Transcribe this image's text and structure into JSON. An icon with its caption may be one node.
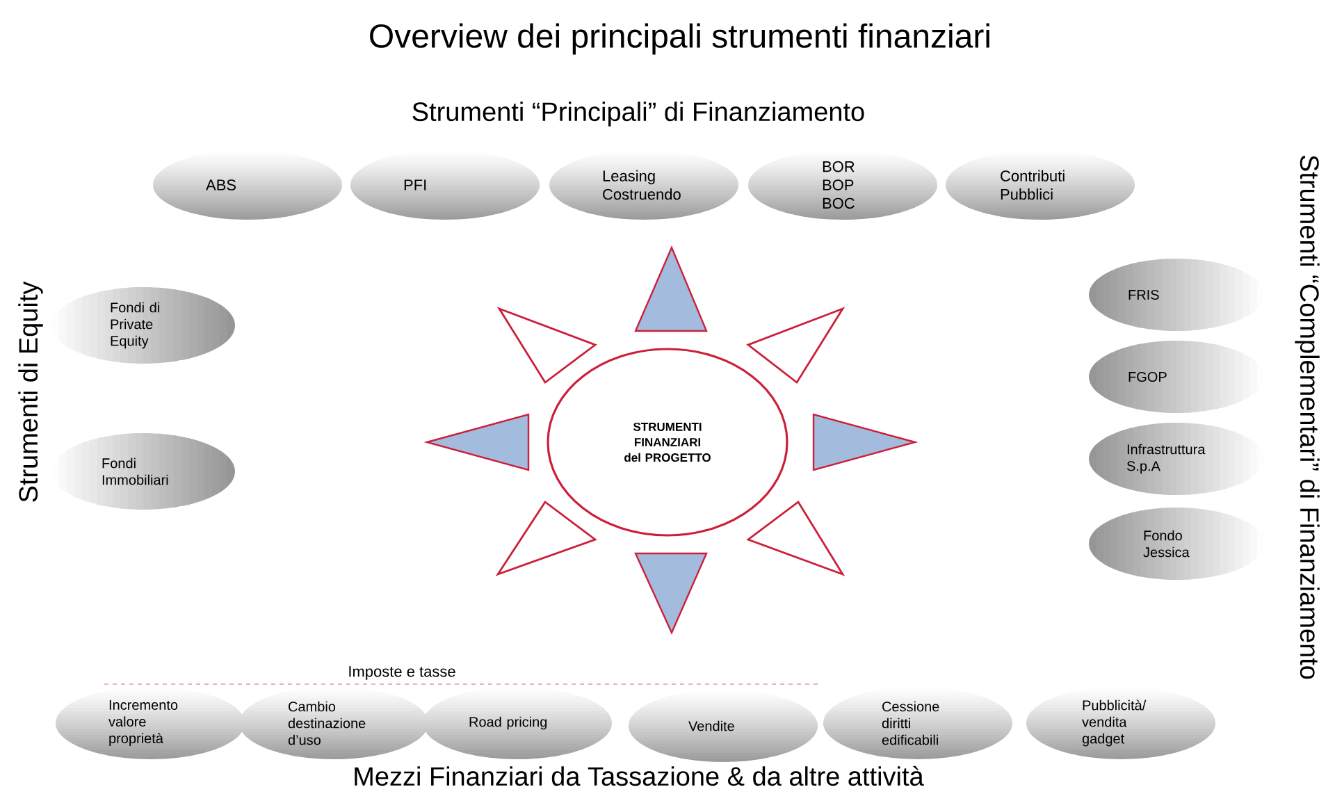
{
  "diagram": {
    "title": "Overview dei principali strumenti finanziari",
    "nodes": [
      {
        "text": [
          "ABS"
        ]
      },
      {
        "text": [
          "PFI"
        ]
      },
      {
        "text": [
          "Leasing Costruendo"
        ]
      },
      {
        "text": [
          "BOR BOP BOC"
        ]
      },
      {
        "text": [
          "Contributi Pubblici"
        ]
      },
      {
        "text": [
          "Fondi di Private Equity"
        ]
      },
      {
        "text": [
          "Fondi Immobiliari"
        ]
      },
      {
        "text": [
          "STRUMENTI FINANZIARI del PROGETTO"
        ]
      },
      {
        "text": [
          "FRIS"
        ]
      },
      {
        "text": [
          "FGOP"
        ]
      },
      {
        "text": [
          "Infrastruttura S.p.A"
        ]
      },
      {
        "text": [
          "Fondo Jessica"
        ]
      },
      {
        "text": [
          "Incremento valore proprietà"
        ]
      },
      {
        "text": [
          "Cambio destinazione d’uso"
        ]
      },
      {
        "text": [
          "Road pricing"
        ]
      },
      {
        "text": [
          "Vendite"
        ]
      },
      {
        "text": [
          "Cessione diritti edificabili"
        ]
      },
      {
        "text": [
          "Pubblicità/ vendita gadget"
        ]
      }
    ],
    "labels": [
      "Strumenti “Principali” di Finanziamento",
      "Strumenti di Equity",
      "Strumenti “Complementari” di Finanziamento",
      "Imposte e tasse",
      "Mezzi Finanziari da Tassazione & da altre attività"
    ]
  }
}
